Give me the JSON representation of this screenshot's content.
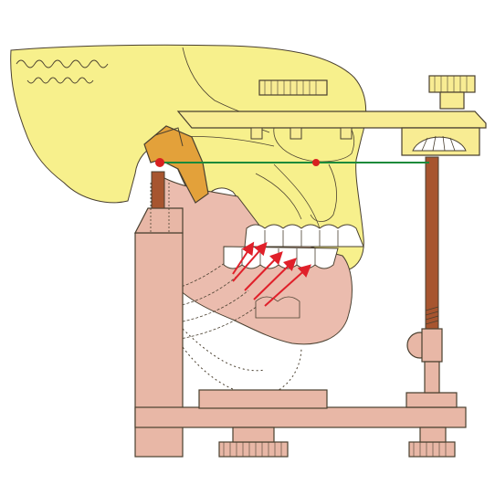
{
  "diagram": {
    "colors": {
      "background": "#ffffff",
      "skull": "#f7f08c",
      "mandible": "#ebbcae",
      "articulator_frame": "#e8b7a6",
      "orbital_bar": "#f8ec93",
      "condylar_element": "#e3a13a",
      "threaded_rod": "#a7552f",
      "occlusal_arrows": "#e0202a",
      "horizontal_reference_line": "#1a8a3a",
      "reference_points": "#d82020",
      "outline": "#4a4030"
    },
    "components": [
      "skull",
      "mandible",
      "upper-teeth",
      "lower-teeth",
      "articulator-base",
      "articulator-upper-bow",
      "condylar-guide",
      "incisal-rod",
      "adjustment-knobs",
      "occlusal-force-arrows",
      "horizontal-reference-line"
    ],
    "arrow_count": 5,
    "reference_point_count": 2
  }
}
